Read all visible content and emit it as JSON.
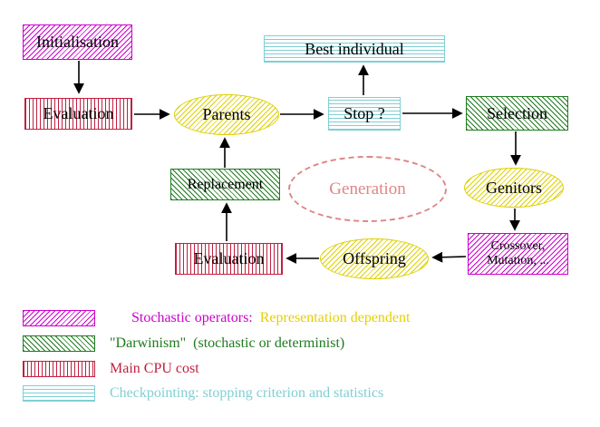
{
  "nodes": {
    "initialisation": {
      "label": "Initialisation"
    },
    "best_individual": {
      "label": "Best individual"
    },
    "evaluation_top": {
      "label": "Evaluation"
    },
    "parents": {
      "label": "Parents"
    },
    "stop": {
      "label": "Stop ?"
    },
    "selection": {
      "label": "Selection"
    },
    "replacement": {
      "label": "Replacement"
    },
    "generation": {
      "label": "Generation"
    },
    "genitors": {
      "label": "Genitors"
    },
    "crossover_mutation": {
      "line1": "Crossover,",
      "line2": "Mutation, ..."
    },
    "offspring": {
      "label": "Offspring"
    },
    "evaluation_bottom": {
      "label": "Evaluation"
    }
  },
  "legend": {
    "stochastic": {
      "label": "Stochastic operators:",
      "suffix": "  Representation dependent"
    },
    "darwinism": {
      "label": "\"Darwinism\"  (stochastic or determinist)"
    },
    "cpu": {
      "label": "Main CPU cost"
    },
    "checkpointing": {
      "label": "Checkpointing: stopping criterion and statistics"
    }
  },
  "colors": {
    "stochastic": "#cc00cc",
    "darwinism": "#1f7a1f",
    "cpu": "#c02040",
    "checkpointing": "#7fcfd4",
    "population": "#ddd000",
    "generation": "#e08585",
    "representation_dependent": "#e6d000",
    "arrow": "#000000"
  }
}
